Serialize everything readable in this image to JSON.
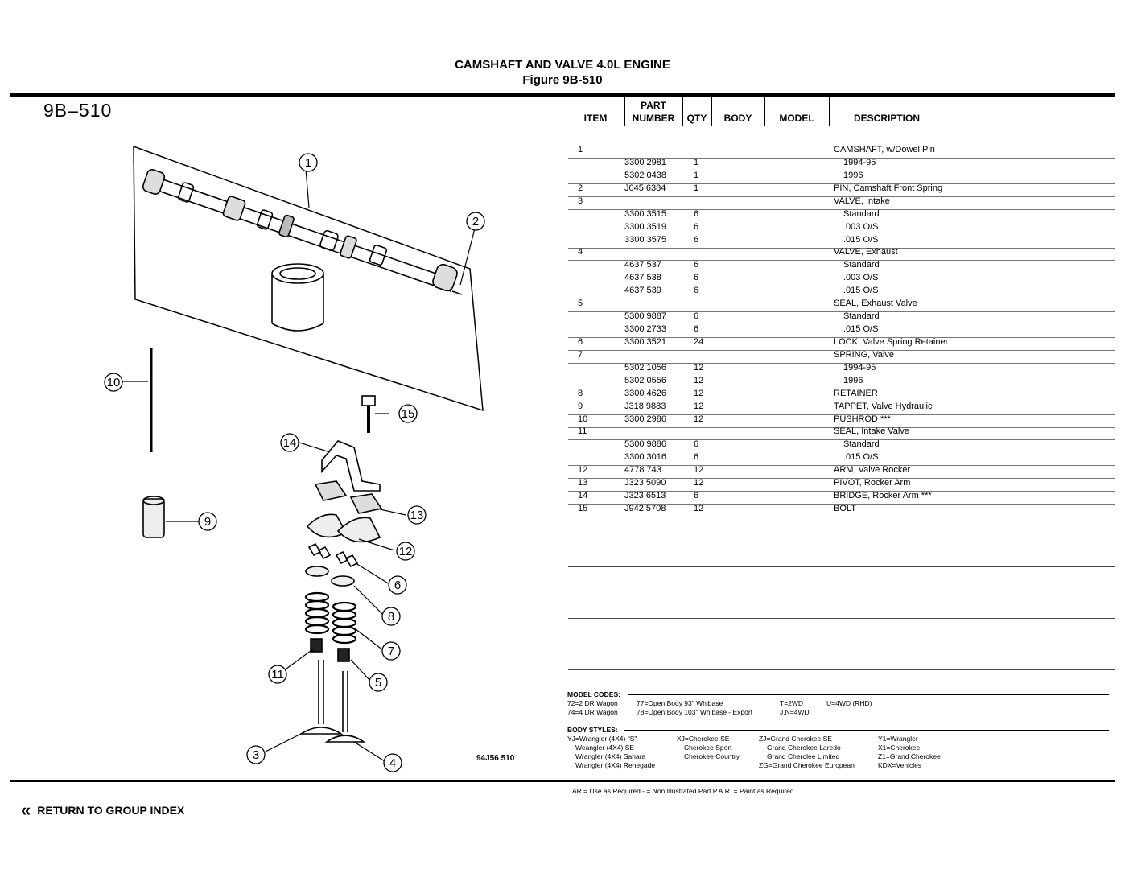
{
  "header": {
    "title": "CAMSHAFT AND VALVE 4.0L ENGINE",
    "subtitle": "Figure  9B-510"
  },
  "figure": {
    "code": "9B–510",
    "reference": "94J56  510",
    "callouts": [
      "1",
      "2",
      "3",
      "4",
      "5",
      "6",
      "7",
      "8",
      "9",
      "10",
      "11",
      "12",
      "13",
      "14",
      "15"
    ]
  },
  "table": {
    "headers": {
      "item": "ITEM",
      "part_line1": "PART",
      "part_line2": "NUMBER",
      "qty": "QTY",
      "body": "BODY",
      "model": "MODEL",
      "description": "DESCRIPTION"
    },
    "rows": [
      {
        "item": "1",
        "part": "",
        "qty": "",
        "desc": "CAMSHAFT, w/Dowel Pin",
        "indent": false
      },
      {
        "item": "",
        "part": "3300 2981",
        "qty": "1",
        "desc": "1994-95",
        "indent": true
      },
      {
        "item": "",
        "part": "5302 0438",
        "qty": "1",
        "desc": "1996",
        "indent": true
      },
      {
        "item": "2",
        "part": "J045 6384",
        "qty": "1",
        "desc": "PIN, Camshaft Front Spring",
        "indent": false
      },
      {
        "item": "3",
        "part": "",
        "qty": "",
        "desc": "VALVE, Intake",
        "indent": false
      },
      {
        "item": "",
        "part": "3300 3515",
        "qty": "6",
        "desc": "Standard",
        "indent": true
      },
      {
        "item": "",
        "part": "3300 3519",
        "qty": "6",
        "desc": ".003 O/S",
        "indent": true
      },
      {
        "item": "",
        "part": "3300 3575",
        "qty": "6",
        "desc": ".015 O/S",
        "indent": true
      },
      {
        "item": "4",
        "part": "",
        "qty": "",
        "desc": "VALVE, Exhaust",
        "indent": false
      },
      {
        "item": "",
        "part": "4637 537",
        "qty": "6",
        "desc": "Standard",
        "indent": true
      },
      {
        "item": "",
        "part": "4637 538",
        "qty": "6",
        "desc": ".003 O/S",
        "indent": true
      },
      {
        "item": "",
        "part": "4637 539",
        "qty": "6",
        "desc": ".015 O/S",
        "indent": true
      },
      {
        "item": "5",
        "part": "",
        "qty": "",
        "desc": "SEAL, Exhaust Valve",
        "indent": false
      },
      {
        "item": "",
        "part": "5300 9887",
        "qty": "6",
        "desc": "Standard",
        "indent": true
      },
      {
        "item": "",
        "part": "3300 2733",
        "qty": "6",
        "desc": ".015 O/S",
        "indent": true
      },
      {
        "item": "6",
        "part": "3300 3521",
        "qty": "24",
        "desc": "LOCK, Valve Spring Retainer",
        "indent": false
      },
      {
        "item": "7",
        "part": "",
        "qty": "",
        "desc": "SPRING, Valve",
        "indent": false
      },
      {
        "item": "",
        "part": "5302 1056",
        "qty": "12",
        "desc": "1994-95",
        "indent": true
      },
      {
        "item": "",
        "part": "5302 0556",
        "qty": "12",
        "desc": "1996",
        "indent": true
      },
      {
        "item": "8",
        "part": "3300 4626",
        "qty": "12",
        "desc": "RETAINER",
        "indent": false
      },
      {
        "item": "9",
        "part": "J318 9883",
        "qty": "12",
        "desc": "TAPPET, Valve Hydraulic",
        "indent": false
      },
      {
        "item": "10",
        "part": "3300 2986",
        "qty": "12",
        "desc": "PUSHROD ***",
        "indent": false
      },
      {
        "item": "11",
        "part": "",
        "qty": "",
        "desc": "SEAL, Intake Valve",
        "indent": false
      },
      {
        "item": "",
        "part": "5300 9886",
        "qty": "6",
        "desc": "Standard",
        "indent": true
      },
      {
        "item": "",
        "part": "3300 3016",
        "qty": "6",
        "desc": ".015 O/S",
        "indent": true
      },
      {
        "item": "12",
        "part": "4778 743",
        "qty": "12",
        "desc": "ARM, Valve Rocker",
        "indent": false
      },
      {
        "item": "13",
        "part": "J323 5090",
        "qty": "12",
        "desc": "PIVOT, Rocker Arm",
        "indent": false
      },
      {
        "item": "14",
        "part": "J323 6513",
        "qty": "6",
        "desc": "BRIDGE, Rocker Arm ***",
        "indent": false
      },
      {
        "item": "15",
        "part": "J942 5708",
        "qty": "12",
        "desc": "BOLT",
        "indent": false
      }
    ]
  },
  "model_codes": {
    "label": "MODEL CODES:",
    "col1": [
      "72=2 DR Wagon",
      "74=4 DR Wagon"
    ],
    "col2": [
      "77=Open Body 93\" Whlbase",
      "78=Open Body 103\" Whlbase - Export"
    ],
    "col3": [
      "T=2WD",
      "J,N=4WD"
    ],
    "col4": [
      "U=4WD (RHD)"
    ]
  },
  "body_styles": {
    "label": "BODY STYLES:",
    "col1": [
      "YJ=Wrangler (4X4) \"S\"",
      "Weangler (4X4) SE",
      "Wrangler (4X4) Sahara",
      "Wrangler (4X4) Renegade"
    ],
    "col2": [
      "XJ=Cherokee SE",
      "Cherokee Sport",
      "Cherokee Country"
    ],
    "col3": [
      "ZJ=Grand Cherokee SE",
      "Grand Cherokee Laredo",
      "Grand Cherolee Limited",
      "ZG=Grand Cherokee European"
    ],
    "col4": [
      "Y1=Wrangler",
      "X1=Cherokee",
      "Z1=Grand Cherokee",
      "KDX=Vehicles"
    ]
  },
  "legend": "AR = Use as Required    - = Non Illustrated Part    P.A.R. = Paint as Required",
  "nav": {
    "return_label": "RETURN TO GROUP INDEX"
  }
}
